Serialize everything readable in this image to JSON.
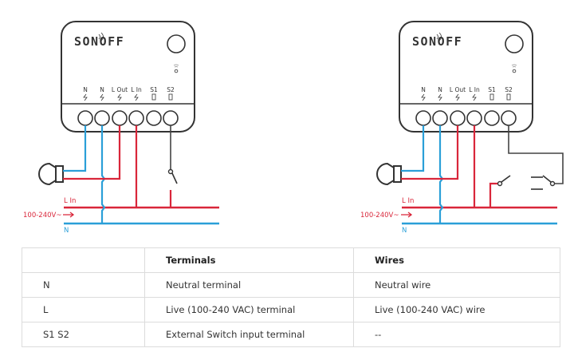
{
  "diagrams": [
    {
      "brand": "SONOFF",
      "terminal_labels": [
        "N",
        "N",
        "L Out",
        "L In",
        "S1",
        "S2"
      ],
      "line_live_label": "L In",
      "voltage_label": "100-240V~",
      "line_neutral_label": "N",
      "switch_type": "single"
    },
    {
      "brand": "SONOFF",
      "terminal_labels": [
        "N",
        "N",
        "L Out",
        "L In",
        "S1",
        "S2"
      ],
      "line_live_label": "L In",
      "voltage_label": "100-240V~",
      "line_neutral_label": "N",
      "switch_type": "two-way"
    }
  ],
  "colors": {
    "live": "#d9263a",
    "neutral": "#2a9fd8",
    "switch_wire": "#444444",
    "outline": "#333333"
  },
  "table": {
    "headers": [
      "",
      "Terminals",
      "Wires"
    ],
    "rows": [
      [
        "N",
        "Neutral terminal",
        "Neutral wire"
      ],
      [
        "L",
        "Live (100-240 VAC) terminal",
        "Live (100-240 VAC) wire"
      ],
      [
        "S1 S2",
        "External Switch input terminal",
        "--"
      ]
    ]
  }
}
